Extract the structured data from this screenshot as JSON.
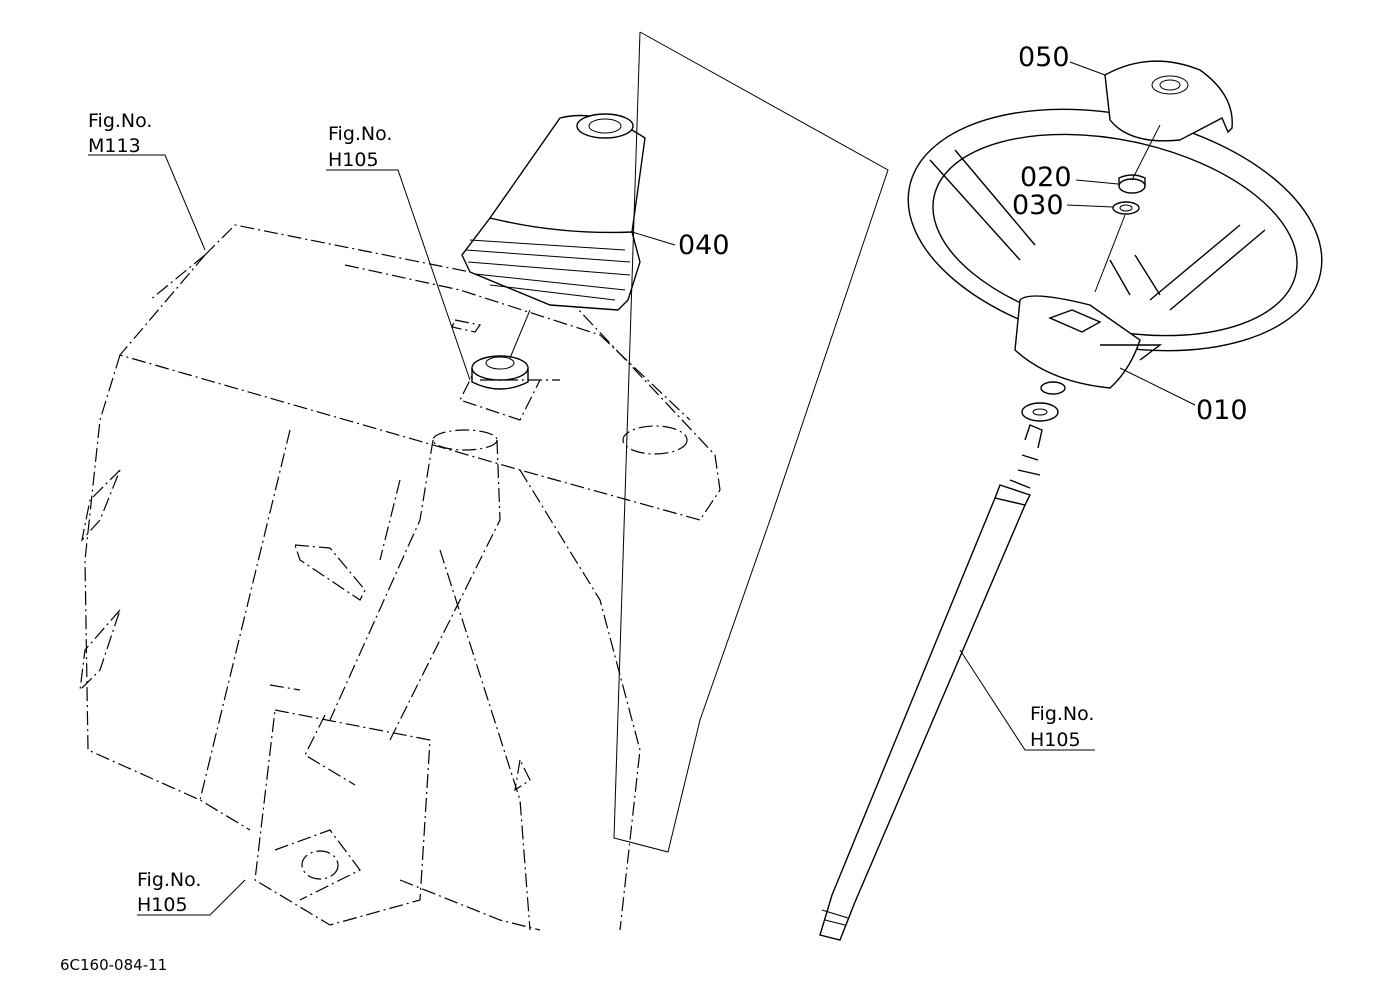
{
  "parts": {
    "p010": "010",
    "p020": "020",
    "p030": "030",
    "p040": "040",
    "p050": "050"
  },
  "figrefs": {
    "m113": {
      "title": "Fig.No.",
      "code": "M113"
    },
    "h105_top": {
      "title": "Fig.No.",
      "code": "H105"
    },
    "h105_right": {
      "title": "Fig.No.",
      "code": "H105"
    },
    "h105_bottom": {
      "title": "Fig.No.",
      "code": "H105"
    }
  },
  "drawing_code": "6C160-084-11",
  "colors": {
    "ink": "#000000",
    "paper": "#ffffff"
  }
}
